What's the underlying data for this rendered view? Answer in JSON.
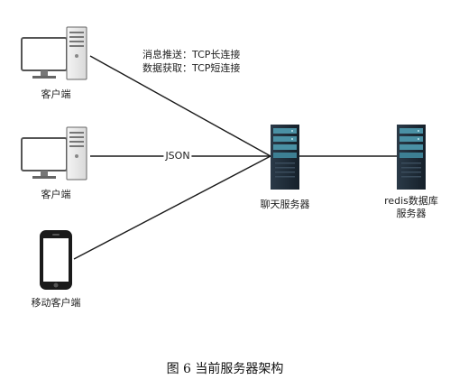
{
  "diagram": {
    "nodes": {
      "client1": {
        "label": "客户端",
        "icon": "desktop-computer-icon"
      },
      "client2": {
        "label": "客户端",
        "icon": "desktop-computer-icon"
      },
      "mobile": {
        "label": "移动客户端",
        "icon": "mobile-phone-icon"
      },
      "chat_server": {
        "label": "聊天服务器",
        "icon": "server-rack-icon"
      },
      "redis_server": {
        "label_line1": "redis数据库",
        "label_line2": "服务器",
        "icon": "server-rack-icon"
      }
    },
    "edge_labels": {
      "push": "消息推送：TCP长连接",
      "fetch": "数据获取：TCP短连接",
      "json": "JSON"
    },
    "caption": "图 6  当前服务器架构",
    "colors": {
      "line": "#1a1a1a",
      "server_body": "#1e2a36",
      "server_slot": "#4a90a4",
      "monitor_frame": "#555555"
    }
  }
}
